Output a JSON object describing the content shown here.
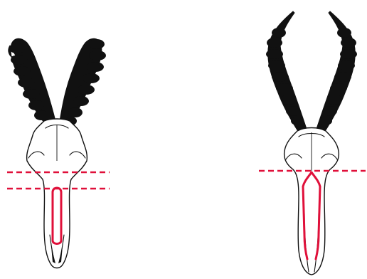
{
  "colors": {
    "accent_red": "#e0103a",
    "ink": "#111111",
    "background": "#ffffff"
  },
  "figures": [
    {
      "id": "left",
      "cut_lines": 2,
      "horn_icon": "curved-horn-icon"
    },
    {
      "id": "right",
      "cut_lines": 1,
      "horn_icon": "curved-horn-icon"
    }
  ]
}
